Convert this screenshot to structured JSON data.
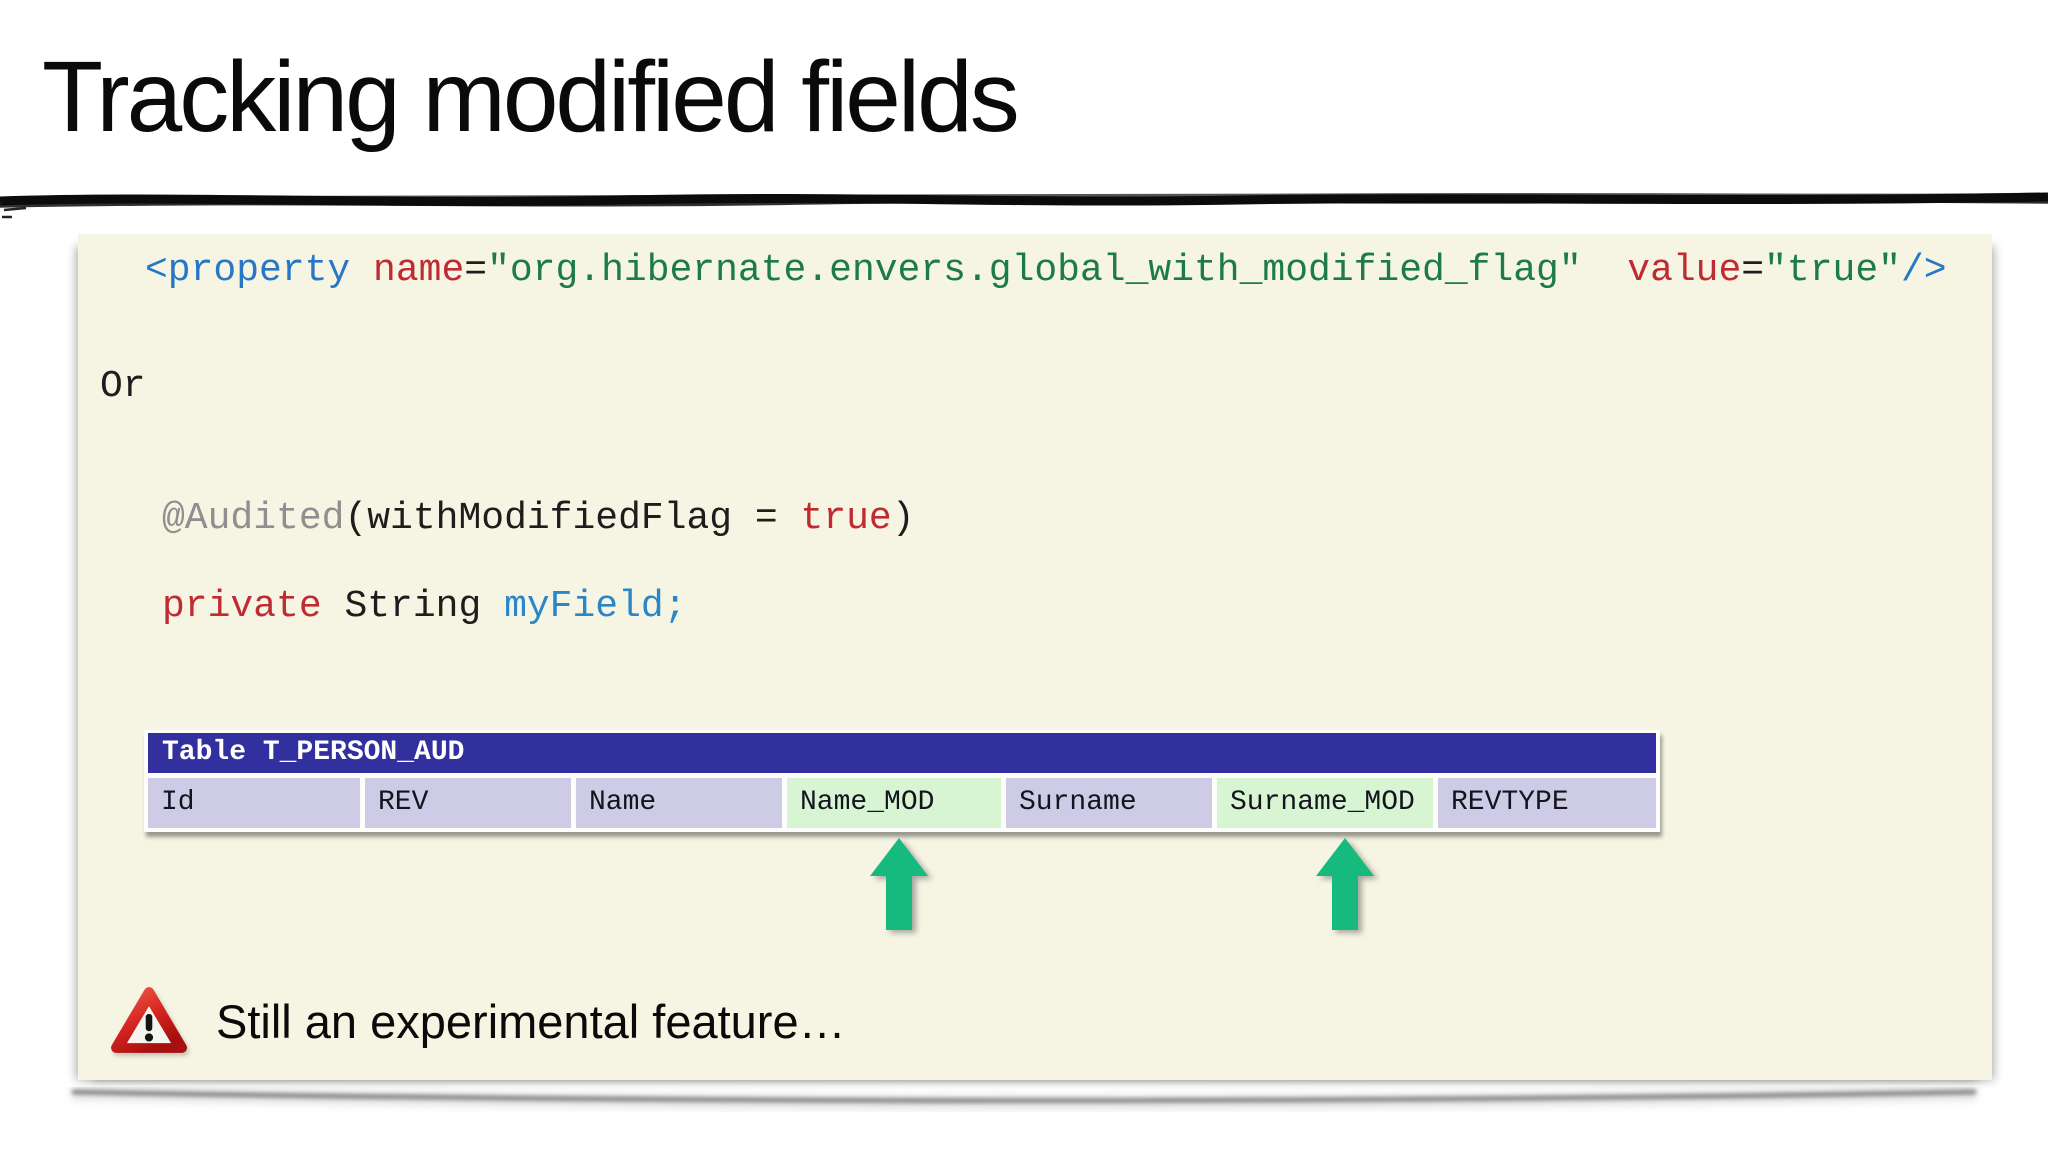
{
  "slide": {
    "title": "Tracking modified fields",
    "footer_note": "Still an experimental feature…"
  },
  "code": {
    "or_label": "Or",
    "xml_tokens": [
      {
        "t": "<property ",
        "c": "tag_blue"
      },
      {
        "t": "name",
        "c": "attr_red"
      },
      {
        "t": "=",
        "c": "code_ink"
      },
      {
        "t": "\"org.hibernate.envers.global_with_modified_flag\"",
        "c": "string_green"
      },
      {
        "t": "  ",
        "c": "code_ink"
      },
      {
        "t": "value",
        "c": "attr_red"
      },
      {
        "t": "=",
        "c": "code_ink"
      },
      {
        "t": "\"true\"",
        "c": "string_green"
      },
      {
        "t": "/>",
        "c": "tag_blue"
      }
    ],
    "audited_tokens": [
      {
        "t": "@Audited",
        "c": "code_gray"
      },
      {
        "t": "(withModifiedFlag = ",
        "c": "code_ink"
      },
      {
        "t": "true",
        "c": "attr_red"
      },
      {
        "t": ")",
        "c": "code_ink"
      }
    ],
    "field_tokens": [
      {
        "t": "private",
        "c": "attr_red"
      },
      {
        "t": " String ",
        "c": "code_ink"
      },
      {
        "t": "myField;",
        "c": "field_blue"
      }
    ]
  },
  "table": {
    "caption": "Table T_PERSON_AUD",
    "columns": [
      {
        "label": "Id",
        "mod": false
      },
      {
        "label": "REV",
        "mod": false
      },
      {
        "label": "Name",
        "mod": false
      },
      {
        "label": "Name_MOD",
        "mod": true
      },
      {
        "label": "Surname",
        "mod": false
      },
      {
        "label": "Surname_MOD",
        "mod": true
      },
      {
        "label": "REVTYPE",
        "mod": false
      }
    ]
  },
  "icons": {
    "warning": "warning-triangle-icon",
    "arrow": "green-up-arrow-icon"
  },
  "colors": {
    "page_bg": "#ffffff",
    "panel_bg": "#f6f5e3",
    "ink": "#0a0a0a",
    "code_ink": "#1d1d1d",
    "tag_blue": "#2777c4",
    "attr_red": "#bf2b31",
    "string_green": "#1d7a4b",
    "code_gray": "#8f8f8f",
    "field_blue": "#2b86c9",
    "header_bg": "#31309e",
    "header_text": "#ffffff",
    "cell_bg": "#cecbe7",
    "cell_mod_bg": "#d8f5d3",
    "cell_text": "#14141e",
    "arrow_green": "#16b97e",
    "warning_red": "#cf1d1d"
  }
}
